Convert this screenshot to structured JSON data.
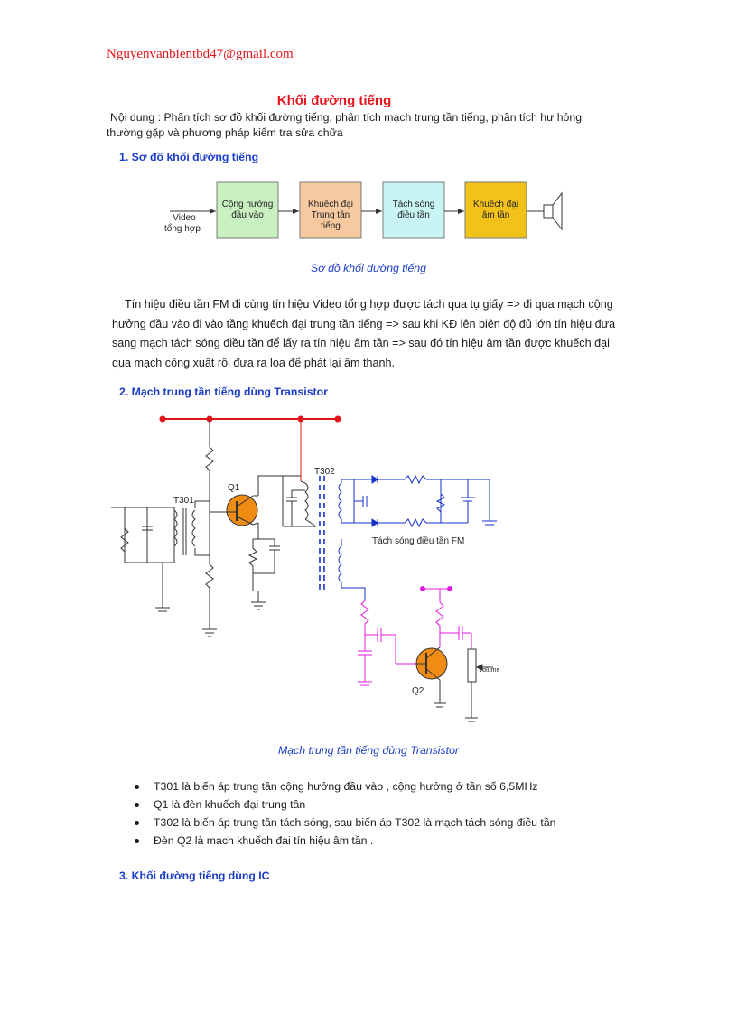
{
  "header": {
    "email": "Nguyenvanbientbd47@gmail.com"
  },
  "doc": {
    "title": "Khối đường tiếng",
    "intro": "Nội dung : Phân tích sơ đồ khối đường tiếng, phân tích mạch trung tần tiếng, phân tích hư hỏng thường gặp và phương pháp kiểm tra sửa chữa"
  },
  "section1": {
    "heading": "1. Sơ đồ khối đường tiếng",
    "diagram": {
      "input_line1": "Video",
      "input_line2": "tổng hợp",
      "block1_line1": "Cộng hưởng",
      "block1_line2": "đầu vào",
      "block2_line1": "Khuếch đại",
      "block2_line2": "Trung tần",
      "block2_line3": "tiếng",
      "block3_line1": "Tách sóng",
      "block3_line2": "điều tần",
      "block4_line1": "Khuếch đại",
      "block4_line2": "âm tần",
      "colors": {
        "block1": "#c9f0c0",
        "block2": "#f6c9a0",
        "block3": "#c9f4f4",
        "block4": "#f2c21a"
      }
    },
    "caption": "Sơ đồ khối đường tiếng",
    "paragraph": "Tín hiệu điều tần FM đi cùng tín hiệu Video tổng hợp được tách qua tụ giấy => đi qua mạch cộng hưởng đầu vào đi vào tầng khuếch đại trung tần tiếng => sau khi KĐ lên biên độ đủ lớn tín hiệu đưa sang mạch tách sóng điều tần để lấy ra tín hiệu âm tần => sau đó tín hiệu âm tần được khuếch đại qua mạch công xuất rồi đưa ra loa để phát lại âm thanh."
  },
  "section2": {
    "heading": "2. Mạch trung tần tiếng dùng Transistor",
    "circuit": {
      "label_t301": "T301",
      "label_t302": "T302",
      "label_q1": "Q1",
      "label_q2": "Q2",
      "label_detector": "Tách sóng điều tần FM",
      "label_volume": "Volume",
      "colors": {
        "supply": "#e0141b",
        "wiring": "#333333",
        "detector": "#1432c8",
        "audio": "#e619e0",
        "transistor": "#f08c14"
      }
    },
    "caption": "Mạch trung tần tiếng dùng Transistor",
    "bullets": [
      "T301 là biến áp trung tần cộng hưởng đầu vào , cộng hưởng ở tần số 6,5MHz",
      "Q1 là đèn khuếch đại trung tần",
      "T302 là biến áp trung tần tách sóng, sau biến áp T302 là mạch tách sóng điều tần",
      "Đèn Q2 là mạch khuếch đại tín hiệu âm tần ."
    ]
  },
  "section3": {
    "heading": "3. Khối đường tiếng dùng IC"
  }
}
